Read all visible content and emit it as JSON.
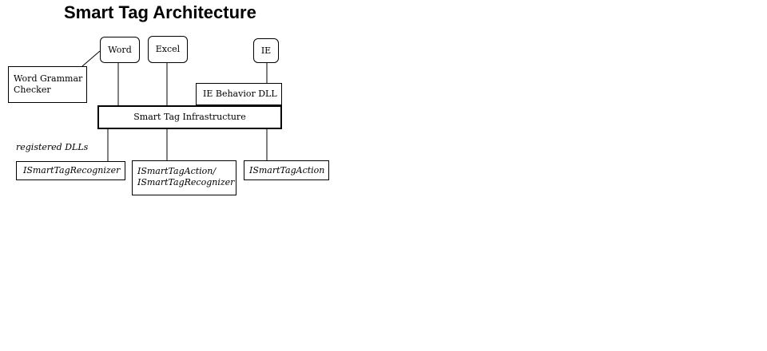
{
  "title": "Smart Tag Architecture",
  "apps": {
    "word": "Word",
    "excel": "Excel",
    "ie": "IE"
  },
  "word_grammar_checker": [
    "Word Grammar",
    "Checker"
  ],
  "ie_behavior_dll": "IE Behavior DLL",
  "infrastructure": "Smart Tag Infrastructure",
  "registered_label": "registered DLLs",
  "dlls": {
    "recognizer": "ISmartTagRecognizer",
    "action_recognizer": [
      "ISmartTagAction/",
      "ISmartTagRecognizer"
    ],
    "action": "ISmartTagAction"
  }
}
